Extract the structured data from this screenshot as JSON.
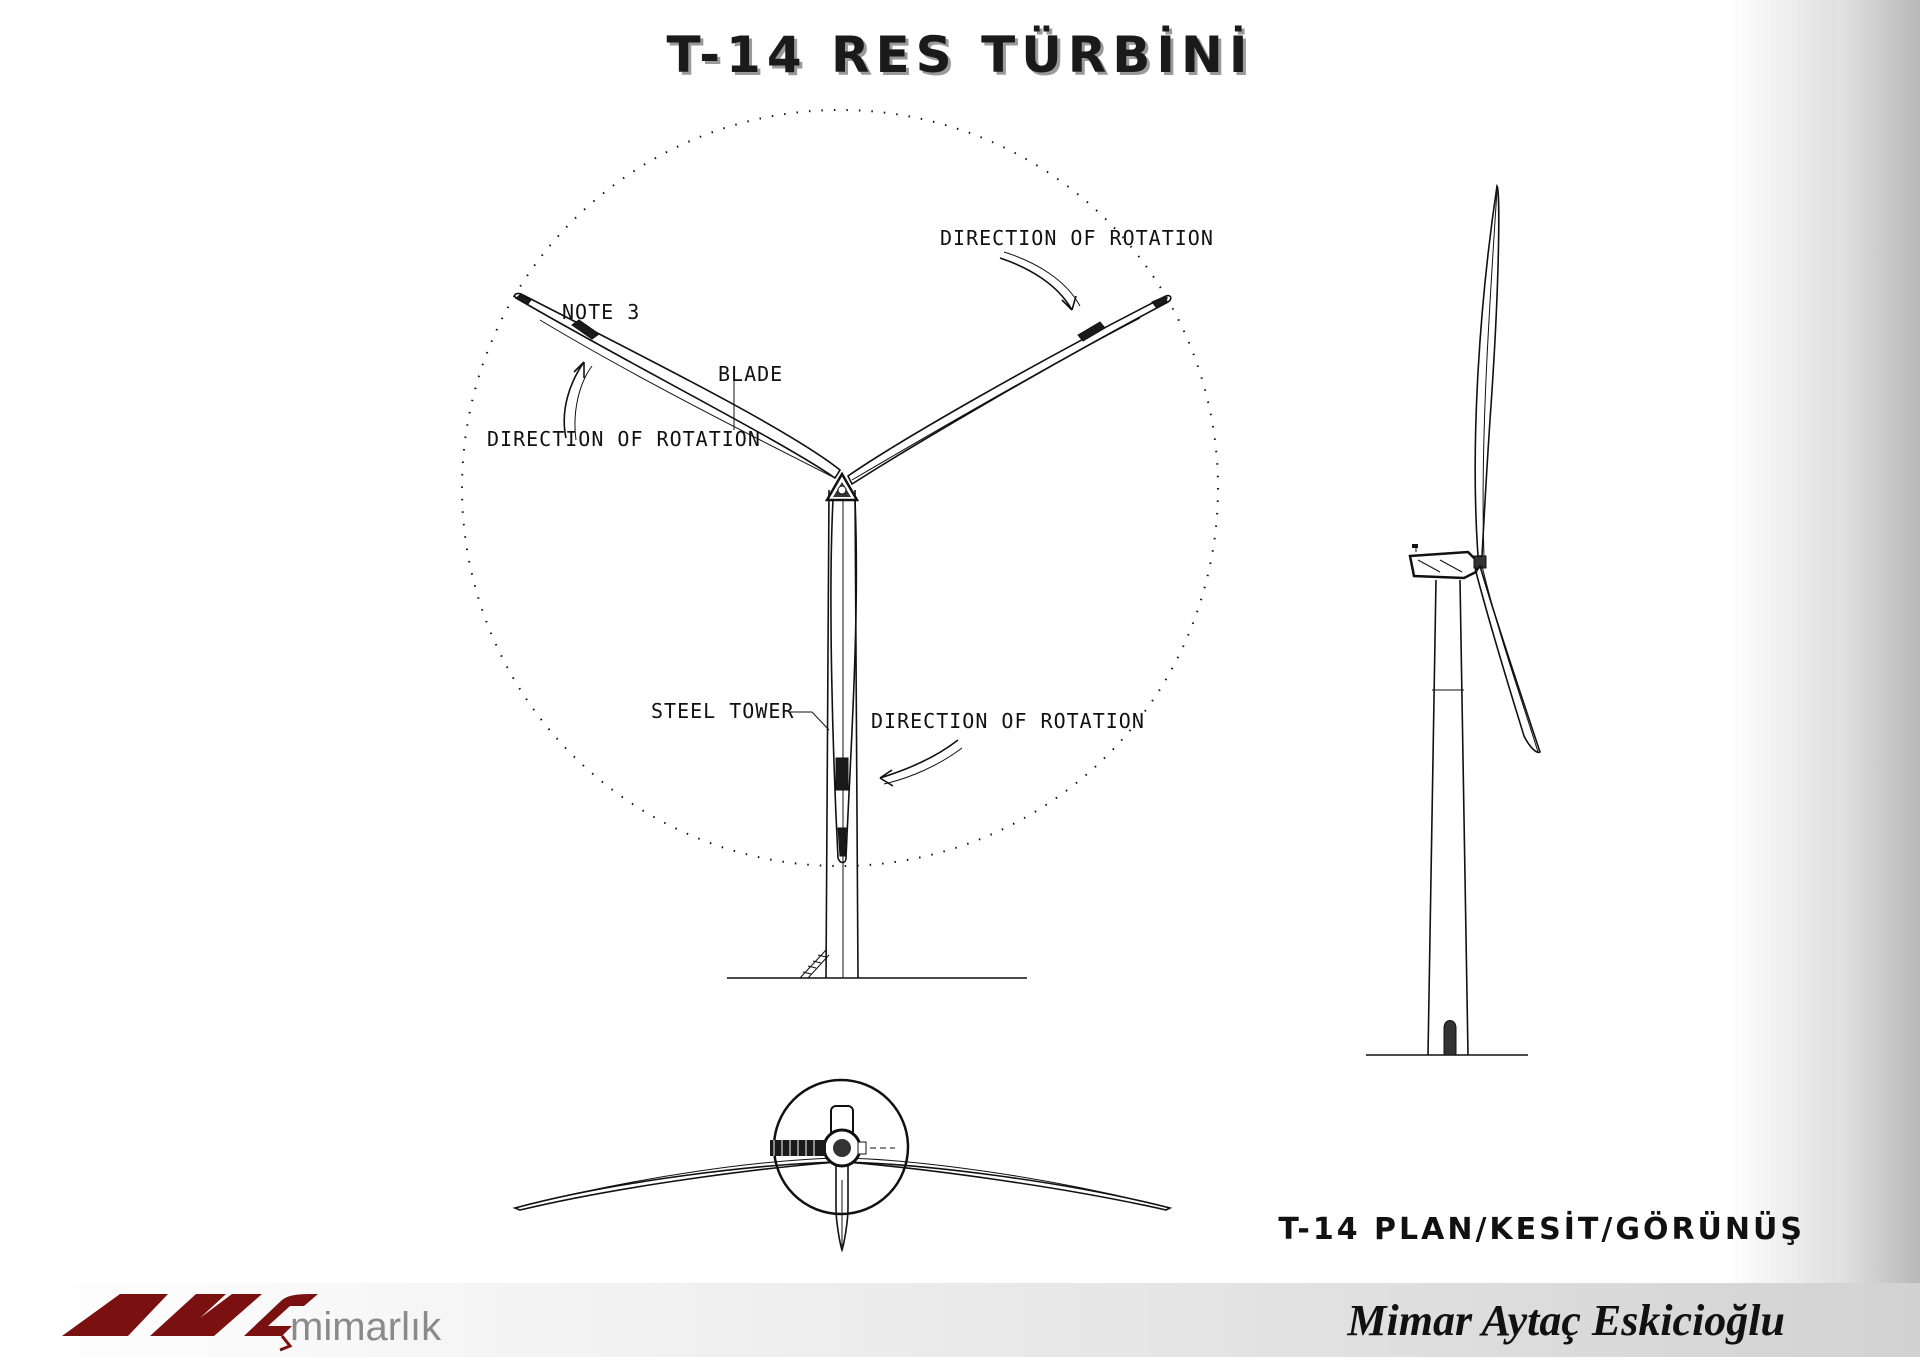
{
  "sheet": {
    "title": "T-14 RES TÜRBİNİ",
    "subtitle": "T-14 PLAN/KESİT/GÖRÜNÜŞ"
  },
  "annotations": {
    "note3": "NOTE 3",
    "blade": "BLADE",
    "rotation_top_right": "DIRECTION OF ROTATION",
    "rotation_left": "DIRECTION OF ROTATION",
    "rotation_bottom": "DIRECTION OF ROTATION",
    "steel_tower": "STEEL TOWER"
  },
  "footer": {
    "logo_word": "mimarlık",
    "signature": "Mimar Aytaç Eskicioğlu"
  },
  "colors": {
    "ink": "#111111",
    "logo_red": "#7a1010",
    "logo_grey": "#8a8a8a"
  }
}
